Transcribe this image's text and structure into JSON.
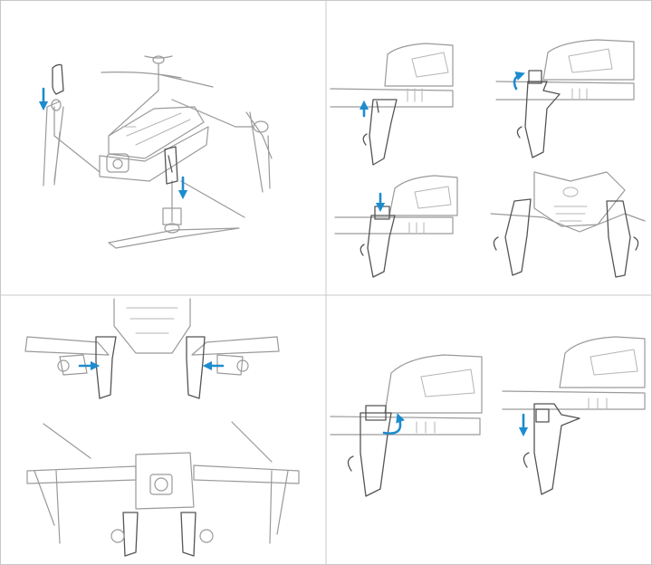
{
  "colors": {
    "line": "#9a9a9a",
    "light_line": "#b5b5b5",
    "dark_line": "#555555",
    "arrow": "#1d8ccf",
    "border": "#c8c8c8",
    "background": "#ffffff"
  },
  "panels": [
    {
      "id": "panel-1",
      "icons": [
        "drone-top-view",
        "landing-gear-leg",
        "down-arrow-icon"
      ]
    },
    {
      "id": "panel-2",
      "icons": [
        "arm-closeup",
        "up-arrow-icon",
        "rotate-arrow-icon",
        "down-arrow-icon"
      ]
    },
    {
      "id": "panel-3",
      "icons": [
        "drone-front-view",
        "left-arrow-icon",
        "right-arrow-icon"
      ]
    },
    {
      "id": "panel-4",
      "icons": [
        "arm-closeup",
        "rotate-arrow-icon",
        "down-arrow-icon"
      ]
    }
  ]
}
